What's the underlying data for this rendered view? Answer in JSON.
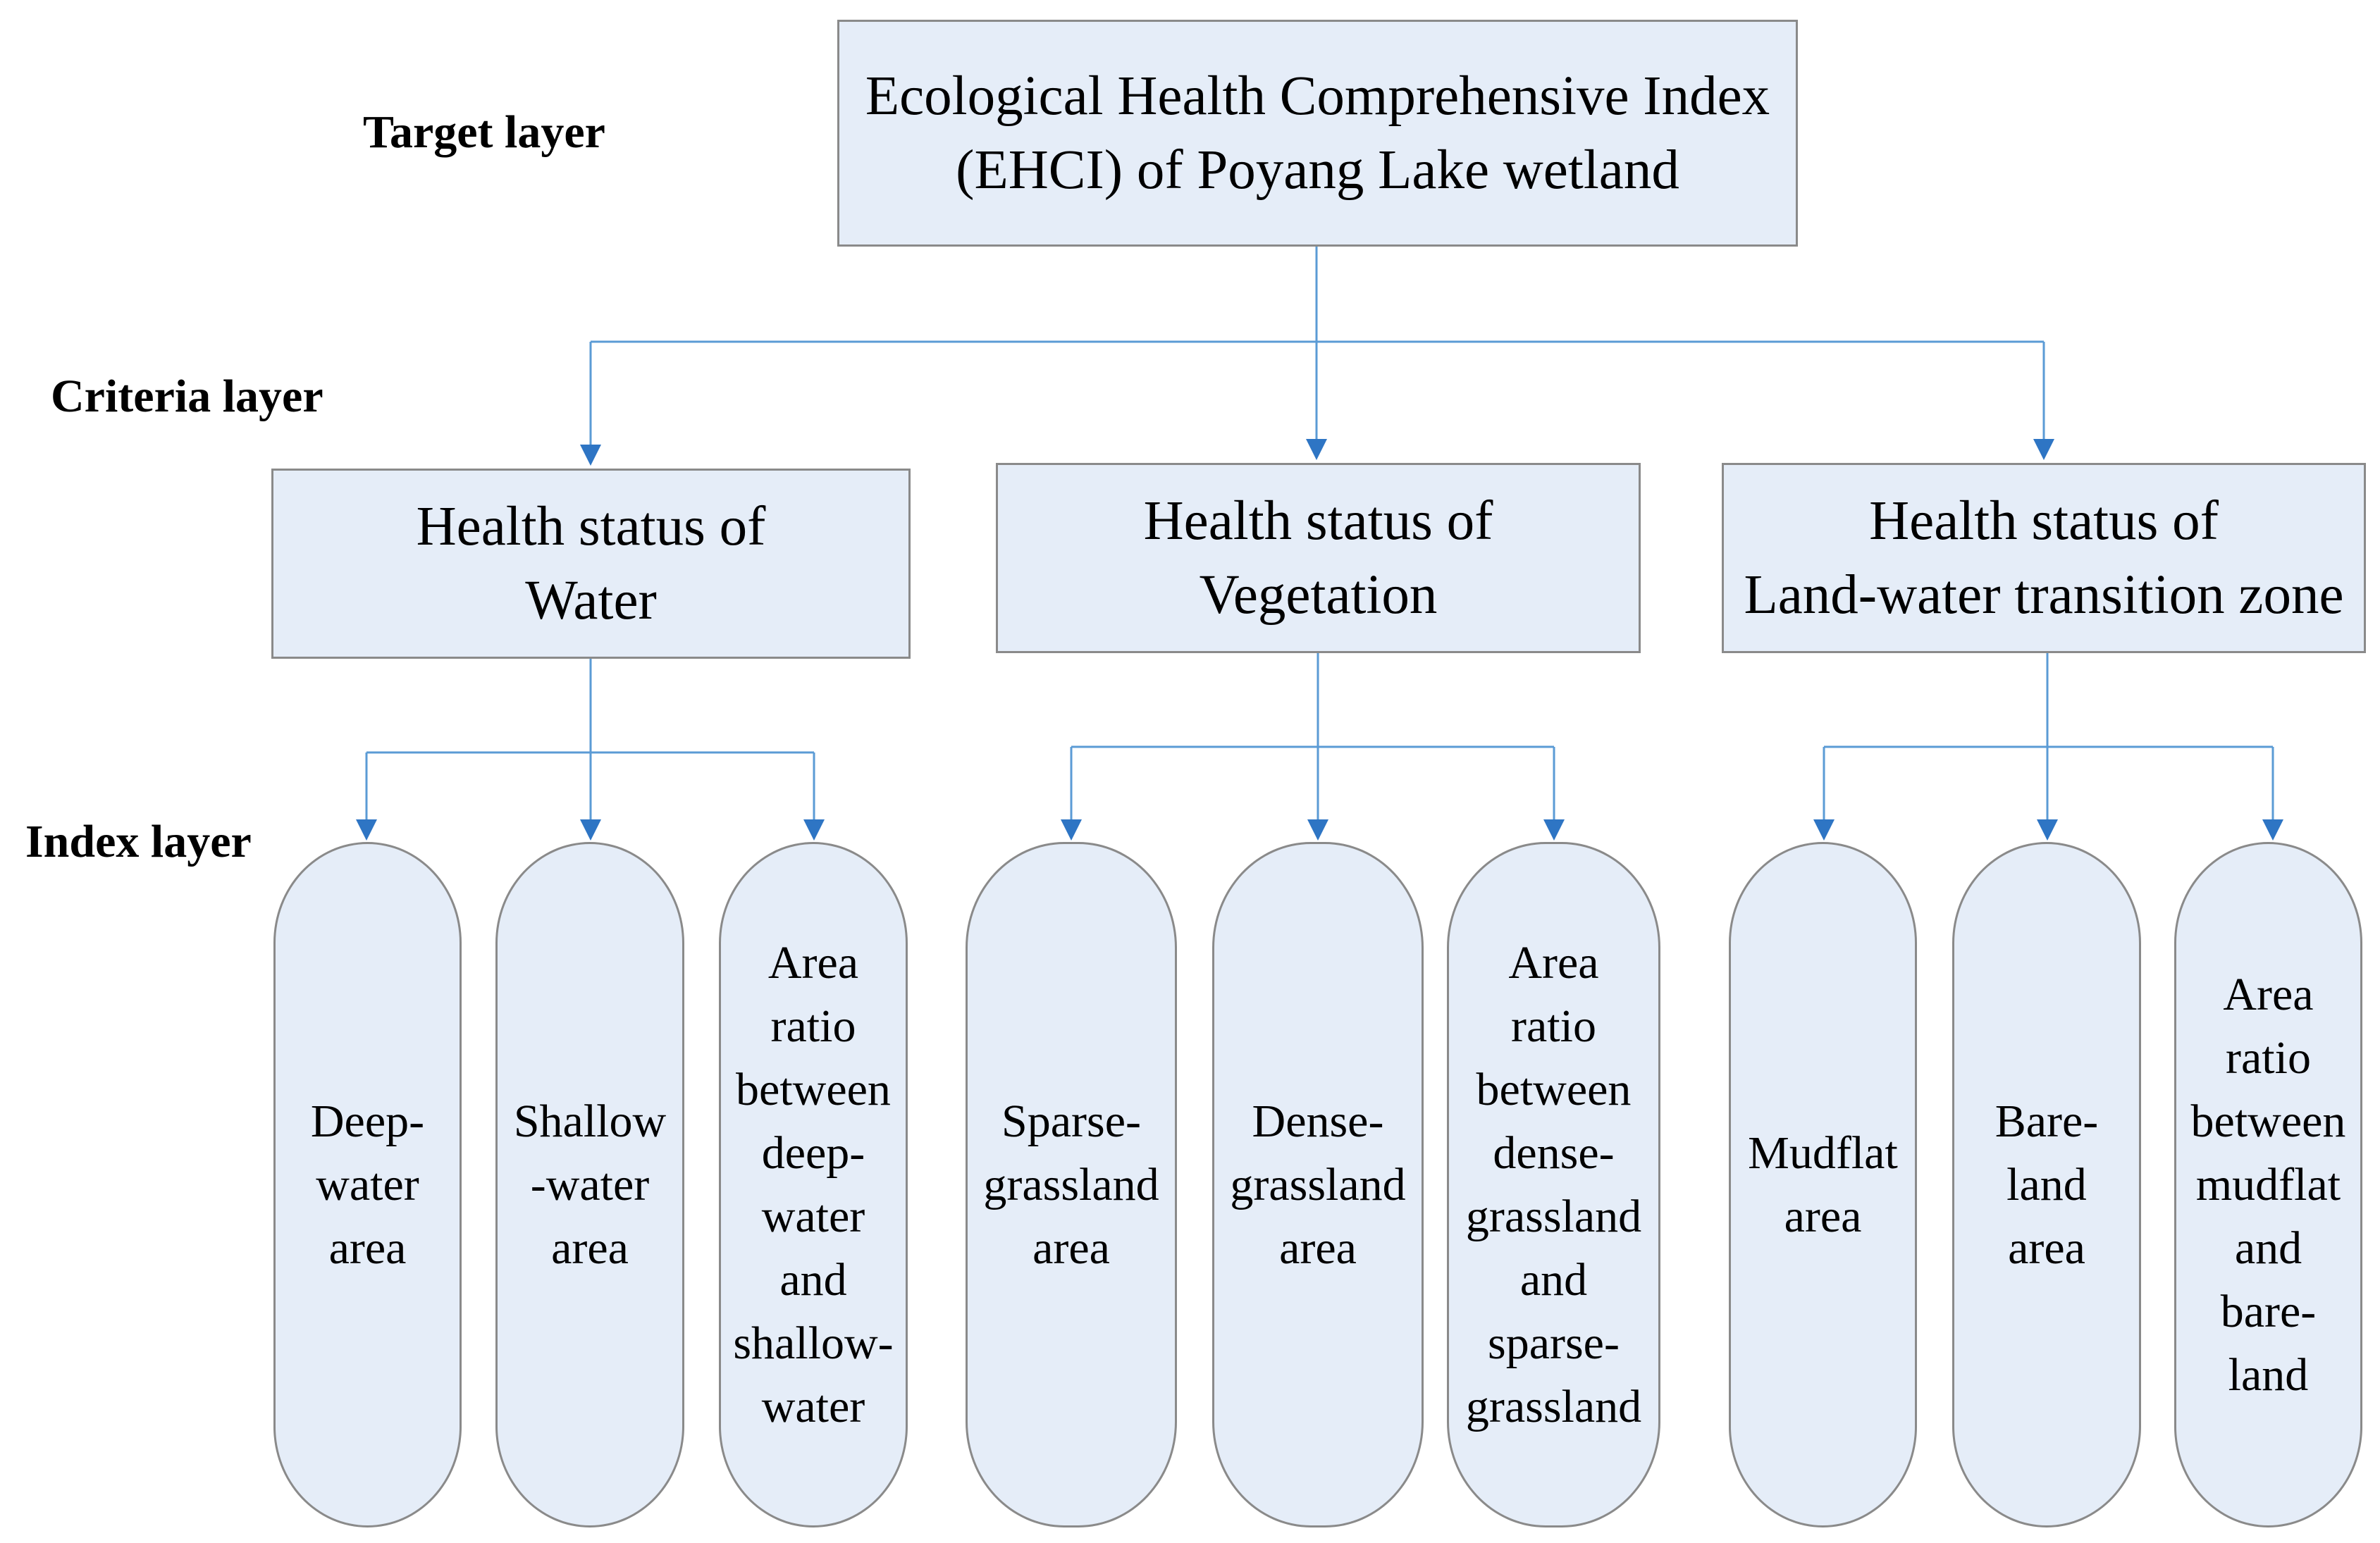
{
  "layer_labels": {
    "target": "Target layer",
    "criteria": "Criteria layer",
    "index": "Index layer"
  },
  "target": {
    "lines": [
      "Ecological Health Comprehensive Index",
      "(EHCI) of Poyang Lake wetland"
    ]
  },
  "criteria": [
    {
      "lines": [
        "Health status of",
        "Water"
      ],
      "indices": [
        {
          "lines": [
            "Deep-",
            "water",
            "area"
          ]
        },
        {
          "lines": [
            "Shallow",
            "-water",
            "area"
          ]
        },
        {
          "lines": [
            "Area",
            "ratio",
            "between",
            "deep-",
            "water",
            "and",
            "shallow-",
            "water"
          ]
        }
      ]
    },
    {
      "lines": [
        "Health status of",
        "Vegetation"
      ],
      "indices": [
        {
          "lines": [
            "Sparse-",
            "grassland",
            "area"
          ]
        },
        {
          "lines": [
            "Dense-",
            "grassland",
            "area"
          ]
        },
        {
          "lines": [
            "Area",
            "ratio",
            "between",
            "dense-",
            "grassland",
            "and",
            "sparse-",
            "grassland"
          ]
        }
      ]
    },
    {
      "lines": [
        "Health status of",
        "Land-water transition zone"
      ],
      "indices": [
        {
          "lines": [
            "Mudflat",
            "area"
          ]
        },
        {
          "lines": [
            "Bare-",
            "land",
            "area"
          ]
        },
        {
          "lines": [
            "Area",
            "ratio",
            "between",
            "mudflat",
            "and",
            "bare-",
            "land"
          ]
        }
      ]
    }
  ],
  "colors": {
    "box_fill": "#e5edf8",
    "box_border": "#8a8a8a",
    "connector": "#5b9bd5",
    "arrowhead": "#2e75c4"
  }
}
